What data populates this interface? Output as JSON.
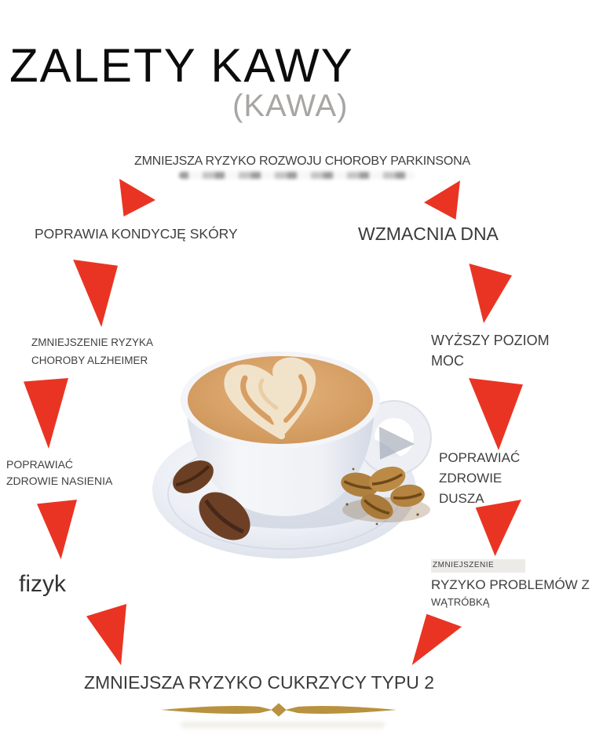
{
  "header": {
    "title": "ZALETY KAWY",
    "subtitle": "(KAWA)"
  },
  "benefits": {
    "parkinson": "ZMNIEJSZA RYZYKO ROZWOJU CHOROBY PARKINSONA",
    "skin": "POPRAWIA KONDYCJĘ SKÓRY",
    "dna": "WZMACNIA DNA",
    "alzheimer": {
      "line1": "ZMNIEJSZENIE RYZYKA",
      "line2": "CHOROBY ALZHEIMER"
    },
    "energy": {
      "line1": "WYŻSZY POZIOM",
      "line2": "MOC"
    },
    "semen": {
      "line1": "POPRAWIAĆ",
      "line2": "ZDROWIE NASIENIA"
    },
    "soul": {
      "line1": "POPRAWIAĆ",
      "line2": "ZDROWIE",
      "line3": "DUSZA"
    },
    "physical": "fizyk",
    "liver": {
      "line1": "ZMNIEJSZENIE",
      "line2": "RYZYKO PROBLEMÓW Z",
      "line3": "WĄTRÓBKĄ"
    },
    "diabetes": "ZMNIEJSZA RYZYKO CUKRZYCY TYPU 2"
  },
  "colors": {
    "arrow_red": "#ea3423",
    "title_black": "#0c0c0c",
    "subtitle_gray": "#a8a6a3",
    "label_gray": "#3f3f3f",
    "ornament_gold": "#b8923e",
    "foam_tan": "#d79d62",
    "cream": "#f1e3ca"
  },
  "center_image": "watercolor-cappuccino-cup-with-heart-latte-art-and-coffee-beans",
  "decoration": "gold-divider-ornament"
}
